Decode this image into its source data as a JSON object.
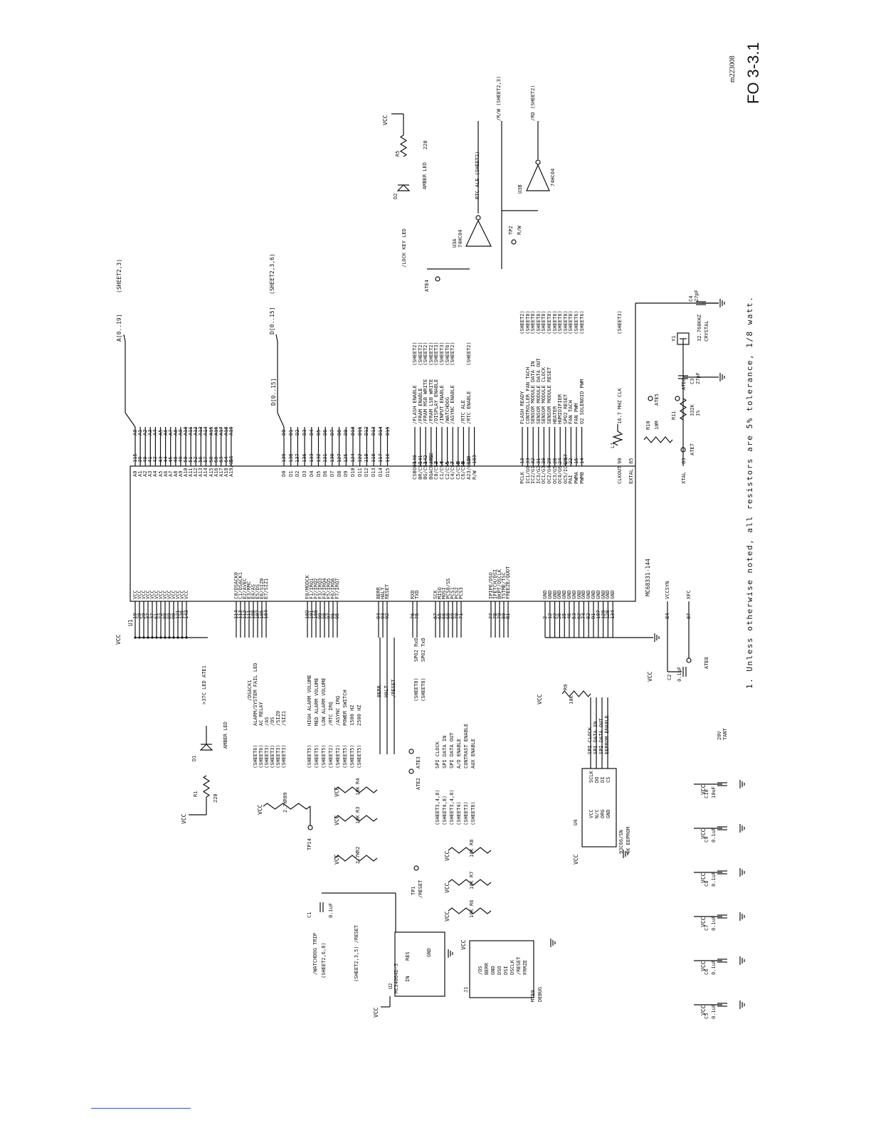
{
  "figure": {
    "id": "FO 3-3.1",
    "drawing_number": "m223008",
    "note": "1. Unless otherwise noted, all resistors are 5% tolerance, 1/8 watt."
  },
  "ic_u1": {
    "ref": "U1",
    "part": "MC68331-144",
    "power_pins": [
      {
        "num": "19",
        "name": "VCC"
      },
      {
        "num": "20",
        "name": "VCC"
      },
      {
        "num": "29",
        "name": "VCC"
      },
      {
        "num": "37",
        "name": "VCC"
      },
      {
        "num": "47",
        "name": "VCC"
      },
      {
        "num": "61",
        "name": "VCC"
      },
      {
        "num": "72",
        "name": "VCC"
      },
      {
        "num": "80",
        "name": "VCC"
      },
      {
        "num": "89",
        "name": "VCC"
      },
      {
        "num": "90",
        "name": "VCC"
      },
      {
        "num": "121",
        "name": "VCC"
      },
      {
        "num": "135",
        "name": "VCC"
      },
      {
        "num": "143",
        "name": "VCC"
      }
    ],
    "control_pins": [
      {
        "num": "114",
        "name": "C0/DSACK0"
      },
      {
        "num": "113",
        "name": "C1/DSACK1"
      },
      {
        "num": "112",
        "name": "E2/AVEC"
      },
      {
        "num": "111",
        "name": "E3/RMC"
      },
      {
        "num": "108",
        "name": "E4/AS"
      },
      {
        "num": "107",
        "name": "E5/DS"
      },
      {
        "num": "105",
        "name": "E6/SIZ0"
      },
      {
        "num": "104",
        "name": "E7/SIZ1"
      }
    ],
    "port_f_pins": [
      {
        "num": "102",
        "name": "F0/MODCK"
      },
      {
        "num": "101",
        "name": "F1/IRQ1"
      },
      {
        "num": "100",
        "name": "F2/IRQ2"
      },
      {
        "num": "99",
        "name": "F3/IRQ3"
      },
      {
        "num": "98",
        "name": "F4/IRQ4"
      },
      {
        "num": "97",
        "name": "F5/IRQ5"
      },
      {
        "num": "96",
        "name": "F6/IRQ6"
      },
      {
        "num": "95",
        "name": "F7/IRQ7"
      }
    ],
    "bus_pins": [
      {
        "num": "94",
        "name": "BERR"
      },
      {
        "num": "93",
        "name": "HALT"
      },
      {
        "num": "92",
        "name": "RESET"
      }
    ],
    "serial_pins": [
      {
        "num": "76",
        "name": "RXD"
      },
      {
        "num": "75",
        "name": "TXD"
      }
    ],
    "qspi_pins": [
      {
        "num": "67",
        "name": "SCK"
      },
      {
        "num": "65",
        "name": "MISO"
      },
      {
        "num": "66",
        "name": "MOSI"
      },
      {
        "num": "68",
        "name": "PCS0/SS"
      },
      {
        "num": "69",
        "name": "PCS1"
      },
      {
        "num": "70",
        "name": "PCS2"
      },
      {
        "num": "71",
        "name": "PCS3"
      }
    ],
    "debug_pins": [
      {
        "num": "77",
        "name": "IPIPE/DSO"
      },
      {
        "num": "78",
        "name": "IFETCH/DSI"
      },
      {
        "num": "79",
        "name": "BKPT/DSCLK"
      },
      {
        "num": "80",
        "name": "TSTME/TSC"
      },
      {
        "num": "81",
        "name": "FREEZE/QUOT"
      }
    ],
    "gnd_pins": [
      {
        "num": "2",
        "name": "GND"
      },
      {
        "num": "12",
        "name": "GND"
      },
      {
        "num": "22",
        "name": "GND"
      },
      {
        "num": "26",
        "name": "GND"
      },
      {
        "num": "35",
        "name": "GND"
      },
      {
        "num": "46",
        "name": "GND"
      },
      {
        "num": "53",
        "name": "GND"
      },
      {
        "num": "62",
        "name": "GND"
      },
      {
        "num": "74",
        "name": "GND"
      },
      {
        "num": "82",
        "name": "GND"
      },
      {
        "num": "91",
        "name": "GND"
      },
      {
        "num": "107",
        "name": "GND"
      },
      {
        "num": "120",
        "name": "GND"
      },
      {
        "num": "128",
        "name": "GND"
      },
      {
        "num": "134",
        "name": "GND"
      }
    ],
    "misc_pins": [
      {
        "num": "84",
        "name": "VCCSYN"
      },
      {
        "num": "87",
        "name": "XFC"
      }
    ]
  },
  "address_bus": {
    "name": "A[0..19]",
    "sheet": "(SHEET2,3)",
    "pins": [
      {
        "num": "115",
        "name": "A0",
        "net": "A0"
      },
      {
        "num": "39",
        "name": "A1",
        "net": "A1"
      },
      {
        "num": "40",
        "name": "A2",
        "net": "A2"
      },
      {
        "num": "41",
        "name": "A3",
        "net": "A3"
      },
      {
        "num": "42",
        "name": "A4",
        "net": "A4"
      },
      {
        "num": "43",
        "name": "A5",
        "net": "A5"
      },
      {
        "num": "44",
        "name": "A6",
        "net": "A6"
      },
      {
        "num": "45",
        "name": "A7",
        "net": "A7"
      },
      {
        "num": "48",
        "name": "A8",
        "net": "A8"
      },
      {
        "num": "49",
        "name": "A9",
        "net": "A9"
      },
      {
        "num": "50",
        "name": "A10",
        "net": "A10"
      },
      {
        "num": "51",
        "name": "A11",
        "net": "A11"
      },
      {
        "num": "52",
        "name": "A12",
        "net": "A12"
      },
      {
        "num": "56",
        "name": "A13",
        "net": "A13"
      },
      {
        "num": "57",
        "name": "A14",
        "net": "A14"
      },
      {
        "num": "58",
        "name": "A15",
        "net": "A15"
      },
      {
        "num": "60",
        "name": "A16",
        "net": "A16"
      },
      {
        "num": "63",
        "name": "A17",
        "net": "A17"
      },
      {
        "num": "64",
        "name": "A18",
        "net": "A18"
      },
      {
        "num": "6",
        "name": "A19/CS6",
        "net": "A19"
      }
    ]
  },
  "data_bus": {
    "name": "D[0..15]",
    "sheet": "(SHEET2,3,6)",
    "label2": "D[0..15]",
    "pins": [
      {
        "num": "139",
        "name": "D0",
        "net": "D0"
      },
      {
        "num": "138",
        "name": "D1",
        "net": "D1"
      },
      {
        "num": "137",
        "name": "D2",
        "net": "D2"
      },
      {
        "num": "136",
        "name": "D3",
        "net": "D3"
      },
      {
        "num": "133",
        "name": "D4",
        "net": "D4"
      },
      {
        "num": "132",
        "name": "D5",
        "net": "D5"
      },
      {
        "num": "131",
        "name": "D6",
        "net": "D6"
      },
      {
        "num": "130",
        "name": "D7",
        "net": "D7"
      },
      {
        "num": "127",
        "name": "D8",
        "net": "D8"
      },
      {
        "num": "125",
        "name": "D9",
        "net": "D9"
      },
      {
        "num": "124",
        "name": "D10",
        "net": "D10"
      },
      {
        "num": "122",
        "name": "D11",
        "net": "D11"
      },
      {
        "num": "119",
        "name": "D12",
        "net": "D12"
      },
      {
        "num": "118",
        "name": "D13",
        "net": "D13"
      },
      {
        "num": "117",
        "name": "D14",
        "net": "D14"
      },
      {
        "num": "116",
        "name": "D15",
        "net": "D15"
      }
    ]
  },
  "chip_selects": [
    {
      "num": "140",
      "pin": "CSBOOT",
      "signal": "/FLASH ENABLE",
      "sheet": "(SHEET2)"
    },
    {
      "num": "141",
      "pin": "BR/CS0",
      "signal": "/FRAM ENABLE",
      "sheet": "(SHEET2)"
    },
    {
      "num": "142",
      "pin": "BG/CS1",
      "signal": "/FRAM MSB WRITE",
      "sheet": "(SHEET2)"
    },
    {
      "num": "143",
      "pin": "BGACK/CS2",
      "signal": "/FRAM LSB WRITE",
      "sheet": "(SHEET2)"
    },
    {
      "num": "3",
      "pin": "C0/CS3",
      "signal": "/DISPLAY ENABLE",
      "sheet": "(SHEET3)"
    },
    {
      "num": "4",
      "pin": "C1/CS4",
      "signal": "/INPUT ENABLE",
      "sheet": "(SHEET3)"
    },
    {
      "num": "5",
      "pin": "C2/CS5",
      "signal": "/WATCHDOG",
      "sheet": "(SHEET6)"
    },
    {
      "num": "7",
      "pin": "C4/CS7",
      "signal": "/ASYNC ENABLE",
      "sheet": "(SHEET2)"
    },
    {
      "num": "8",
      "pin": "C5/CS8",
      "signal": "",
      "sheet": ""
    },
    {
      "num": "9",
      "pin": "C6/CS9",
      "signal": "/RTC ALE",
      "sheet": ""
    },
    {
      "num": "10",
      "pin": "A23/CS10",
      "signal": "/RTC ENABLE",
      "sheet": "(SHEET2)"
    },
    {
      "num": "103",
      "pin": "R/W",
      "signal": "",
      "sheet": ""
    }
  ],
  "tpu_channels": [
    {
      "num": "13",
      "pin": "PCLK",
      "signal": "FLASH READY",
      "sheet": "(SHEET2)"
    },
    {
      "num": "33",
      "pin": "IC1/G0",
      "signal": "CONTROLLER FAN TACH",
      "sheet": "(SHEET8)"
    },
    {
      "num": "32",
      "pin": "IC2/G1",
      "signal": "SENSOR MODULE DATA IN",
      "sheet": "(SHEET8)"
    },
    {
      "num": "31",
      "pin": "IC3/G2",
      "signal": "SENSOR MODULE DATA OUT",
      "sheet": "(SHEET8)"
    },
    {
      "num": "30",
      "pin": "OC1/G3",
      "signal": "SENSOR MODULE CLOCK",
      "sheet": "(SHEET8)"
    },
    {
      "num": "29",
      "pin": "OC2/G4",
      "signal": "SENSOR MODULE RESET",
      "sheet": "(SHEET8)"
    },
    {
      "num": "28",
      "pin": "OC3/G5",
      "signal": "HEATER",
      "sheet": "(SHEET8)"
    },
    {
      "num": "24",
      "pin": "OC4/G6",
      "signal": "HUMIDIFIER",
      "sheet": "(SHEET8)"
    },
    {
      "num": "23",
      "pin": "OC5/IC4/G7",
      "signal": "SPO2 RESET",
      "sheet": "(SHEET8)"
    },
    {
      "num": "22",
      "pin": "PAI",
      "signal": "FAN TACH",
      "sheet": "(SHEET8)"
    },
    {
      "num": "15",
      "pin": "PWMA",
      "signal": "FAN PWM",
      "sheet": "(SHEET6)"
    },
    {
      "num": "14",
      "pin": "PWMB",
      "signal": "O2 SOLENOID PWM",
      "sheet": "(SHEET6)"
    }
  ],
  "clock": {
    "clkout": {
      "num": "90",
      "pin": "CLKOUT",
      "signal": "16.7 MHZ CLK",
      "sheet": "(SHEET3)"
    },
    "extal": {
      "num": "85",
      "pin": "EXTAL"
    },
    "xtal": {
      "num": "83",
      "pin": "XTAL"
    },
    "l1": "L1",
    "r10": {
      "ref": "R10",
      "value": "10M"
    },
    "r11": {
      "ref": "R11",
      "value": "332K",
      "tol": "1%"
    },
    "c3": {
      "ref": "C3",
      "value": "27pF"
    },
    "c4": {
      "ref": "C4",
      "value": "27pF"
    },
    "y1": {
      "ref": "Y1",
      "value": "32.768KHZ",
      "type": "CRYSTAL"
    },
    "ate5": "ATE5",
    "ate6": "ATE6",
    "ate7": "ATE7"
  },
  "left_signals": {
    "dsack": "/DSACK1",
    "ctrl": [
      {
        "sheet": "(SHEET6)",
        "signal": "ALARM/SYSTEM FAIL LED"
      },
      {
        "sheet": "(SHEET6)",
        "signal": "AC RELAY"
      },
      {
        "sheet": "(SHEET3)",
        "signal": "/AS"
      },
      {
        "sheet": "(SHEET3)",
        "signal": "/DS"
      },
      {
        "sheet": "(SHEET3)",
        "signal": "/SIZ0"
      },
      {
        "sheet": "(SHEET3)",
        "signal": "/SIZ1"
      }
    ],
    "portf": [
      {
        "sheet": "(SHEET5)",
        "signal": "HIGH ALARM VOLUME"
      },
      {
        "sheet": "(SHEET5)",
        "signal": "MED ALARM VOLUME"
      },
      {
        "sheet": "(SHEET5)",
        "signal": "LOW ALARM VOLUME"
      },
      {
        "sheet": "(SHEET2)",
        "signal": "/RTC IRQ"
      },
      {
        "sheet": "(SHEET2)",
        "signal": "/ASYNC IRQ"
      },
      {
        "sheet": "(SHEET5)",
        "signal": "POWER SWITCH"
      },
      {
        "sheet": "(SHEET5)",
        "signal": "1500 HZ"
      },
      {
        "sheet": "(SHEET5)",
        "signal": "2500 HZ"
      }
    ],
    "bus": [
      "BERR",
      "HALT",
      "/RESET"
    ],
    "serial": [
      {
        "sheet": "(SHEET8)",
        "signal": "SPO2 RxD"
      },
      {
        "sheet": "(SHEET8)",
        "signal": "SPO2 TxD"
      }
    ],
    "qspi": [
      {
        "sheet": "(SHEET3,4,8)",
        "signal": "SPI CLOCK"
      },
      {
        "sheet": "(SHEET4,8)",
        "signal": "SPI DATA IN"
      },
      {
        "sheet": "(SHEET3,4,8)",
        "signal": "SPI DATA OUT"
      },
      {
        "sheet": "(SHEET4)",
        "signal": "A/D ENABLE"
      },
      {
        "sheet": "(SHEET3)",
        "signal": "CONTRAST ENABLE"
      },
      {
        "sheet": "(SHEET8)",
        "signal": "AUX ENABLE"
      }
    ],
    "ate2": "ATE2",
    "ate3": "ATE3",
    "ate1": "ATE1",
    "ate1_label": ">37C LED",
    "d1": {
      "ref": "D1",
      "label": "AMBER LED"
    },
    "r1": {
      "ref": "R1",
      "value": "220"
    },
    "r2": {
      "ref": "R2",
      "value": "2.7K"
    },
    "r3": {
      "ref": "R3",
      "value": "10K"
    },
    "r4": {
      "ref": "R4",
      "value": "10K"
    },
    "r89": {
      "ref": "R89",
      "value": "2.7K"
    },
    "tp14": "TP14",
    "tp1": {
      "ref": "TP1",
      "label": "/RESET"
    }
  },
  "top_logic": {
    "lock_key": "/LOCK KEY LED",
    "d2": {
      "ref": "D2",
      "label": "AMBER LED"
    },
    "r5": {
      "ref": "R5",
      "value": "220"
    },
    "ate4": "ATE4",
    "u3a": {
      "ref": "U3A",
      "part": "74HC04"
    },
    "u3b": {
      "ref": "U3B",
      "part": "74HC04"
    },
    "rtc_ale": "RTC ALE (SHEET2)",
    "rw": "/R/W (SHEET2,3)",
    "rd": "/RD (SHEET2)",
    "tp2": {
      "ref": "TP2",
      "label": "R/W"
    }
  },
  "u2": {
    "ref": "U2",
    "part": "MC34064D-5",
    "pins": {
      "in": "IN",
      "res": "RES",
      "gnd": "GND"
    },
    "c1": {
      "ref": "C1",
      "value": "0.1uF"
    },
    "watchdog": "/WATCHDOG TRIP",
    "watchdog_sheet": "(SHEET2,6,8)",
    "reset_sheet": "(SHEET2,3,5) /RESET"
  },
  "j1": {
    "ref": "J1",
    "title": "MTE9",
    "subtitle": "DEBUG",
    "pins": [
      "/DS",
      "BERR",
      "GND",
      "DSO",
      "DSI",
      "DSCLK",
      "/RESET",
      "FRRZE",
      ""
    ],
    "r6": {
      "ref": "R6",
      "value": "10K"
    },
    "r7": {
      "ref": "R7",
      "value": "10K"
    },
    "r8": {
      "ref": "R8",
      "value": "10K"
    }
  },
  "u4": {
    "ref": "U4",
    "part": "93C66/SN",
    "desc": "4K EEPROM",
    "left_pins": [
      "VCC",
      "N/C",
      "ORG",
      "GND"
    ],
    "right_pins": [
      "SCLK",
      "DO",
      "DI",
      "CS"
    ],
    "r9": {
      "ref": "R9",
      "value": "10K"
    },
    "signals": [
      "SPI CLOCK",
      "SPI DATA IN",
      "SPI DATA OUT",
      "EEPROM ENABLE"
    ]
  },
  "decoupling": [
    {
      "ref": "C5",
      "value": "0.1uF"
    },
    {
      "ref": "C6",
      "value": "0.1uF"
    },
    {
      "ref": "C7",
      "value": "0.1uF"
    },
    {
      "ref": "C8",
      "value": "0.1uF"
    },
    {
      "ref": "C9",
      "value": "0.1uF"
    },
    {
      "ref": "C10",
      "value": "10uF",
      "rating": "20V",
      "type": "TANT"
    }
  ],
  "vccsyn": {
    "c2": {
      "ref": "C2",
      "value": "0.1uF"
    },
    "ate8": "ATE8"
  },
  "net_labels": {
    "vcc": "VCC"
  }
}
